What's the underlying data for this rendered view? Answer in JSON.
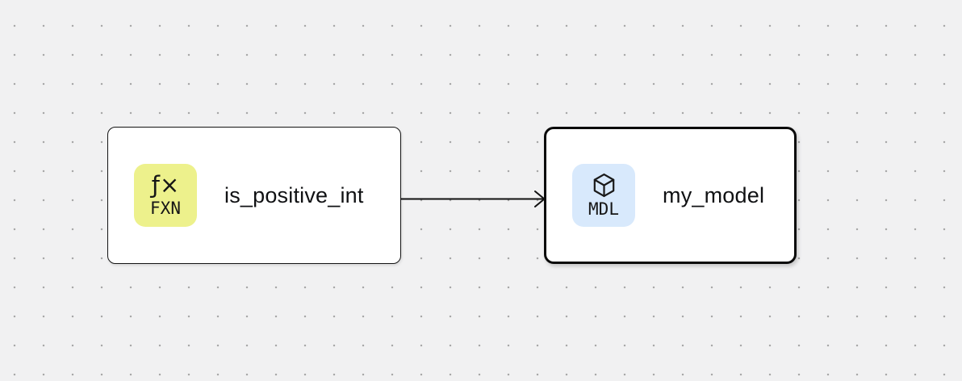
{
  "canvas": {
    "background_color": "#f1f1f2",
    "dot_color": "#a8a8a9"
  },
  "nodes": [
    {
      "id": "is_positive_int",
      "label": "is_positive_int",
      "kind_glyph": "ƒ×",
      "kind_code": "FXN",
      "kind_icon": "function-icon",
      "badge_color": "#edf18c",
      "selected": false
    },
    {
      "id": "my_model",
      "label": "my_model",
      "kind_code": "MDL",
      "kind_icon": "cube-icon",
      "badge_color": "#d8e9fc",
      "selected": true
    }
  ],
  "edges": [
    {
      "from": "is_positive_int",
      "to": "my_model",
      "color": "#111111"
    }
  ]
}
